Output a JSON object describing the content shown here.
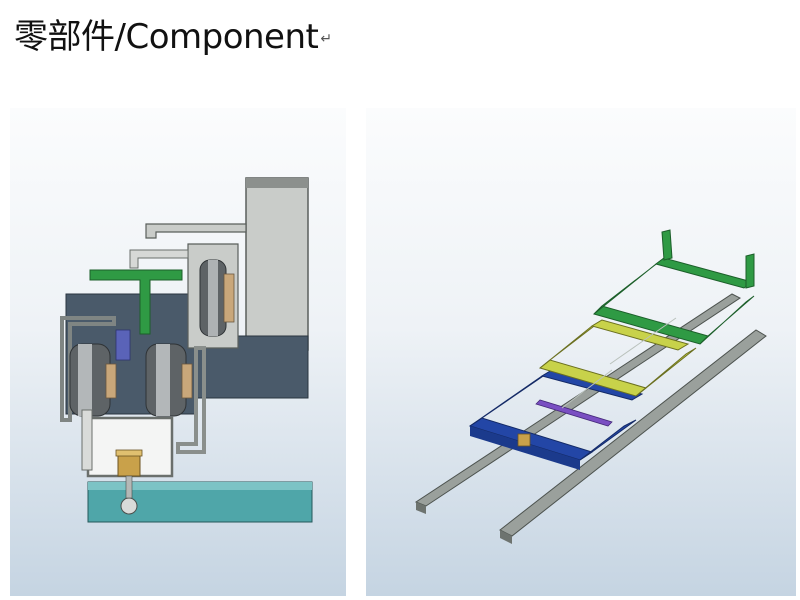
{
  "page": {
    "title": "零部件/Component",
    "title_mark": "↵"
  },
  "figures": [
    {
      "name": "rail-wheel-assembly-cross-section"
    },
    {
      "name": "ladder-frame-3d-view"
    }
  ],
  "colors": {
    "background": "#ffffff",
    "panel_top": "#fbfcfd",
    "panel_bottom": "#c5d4e2",
    "structure_gray": "#c9ccc9",
    "structure_dark": "#4a5a6a",
    "green": "#2f9a44",
    "yellow": "#c8d24a",
    "blue": "#2346a6",
    "purple": "#7a4fc2",
    "rail_teal": "#4fa6a9",
    "rail_gray": "#8a8f8c"
  }
}
